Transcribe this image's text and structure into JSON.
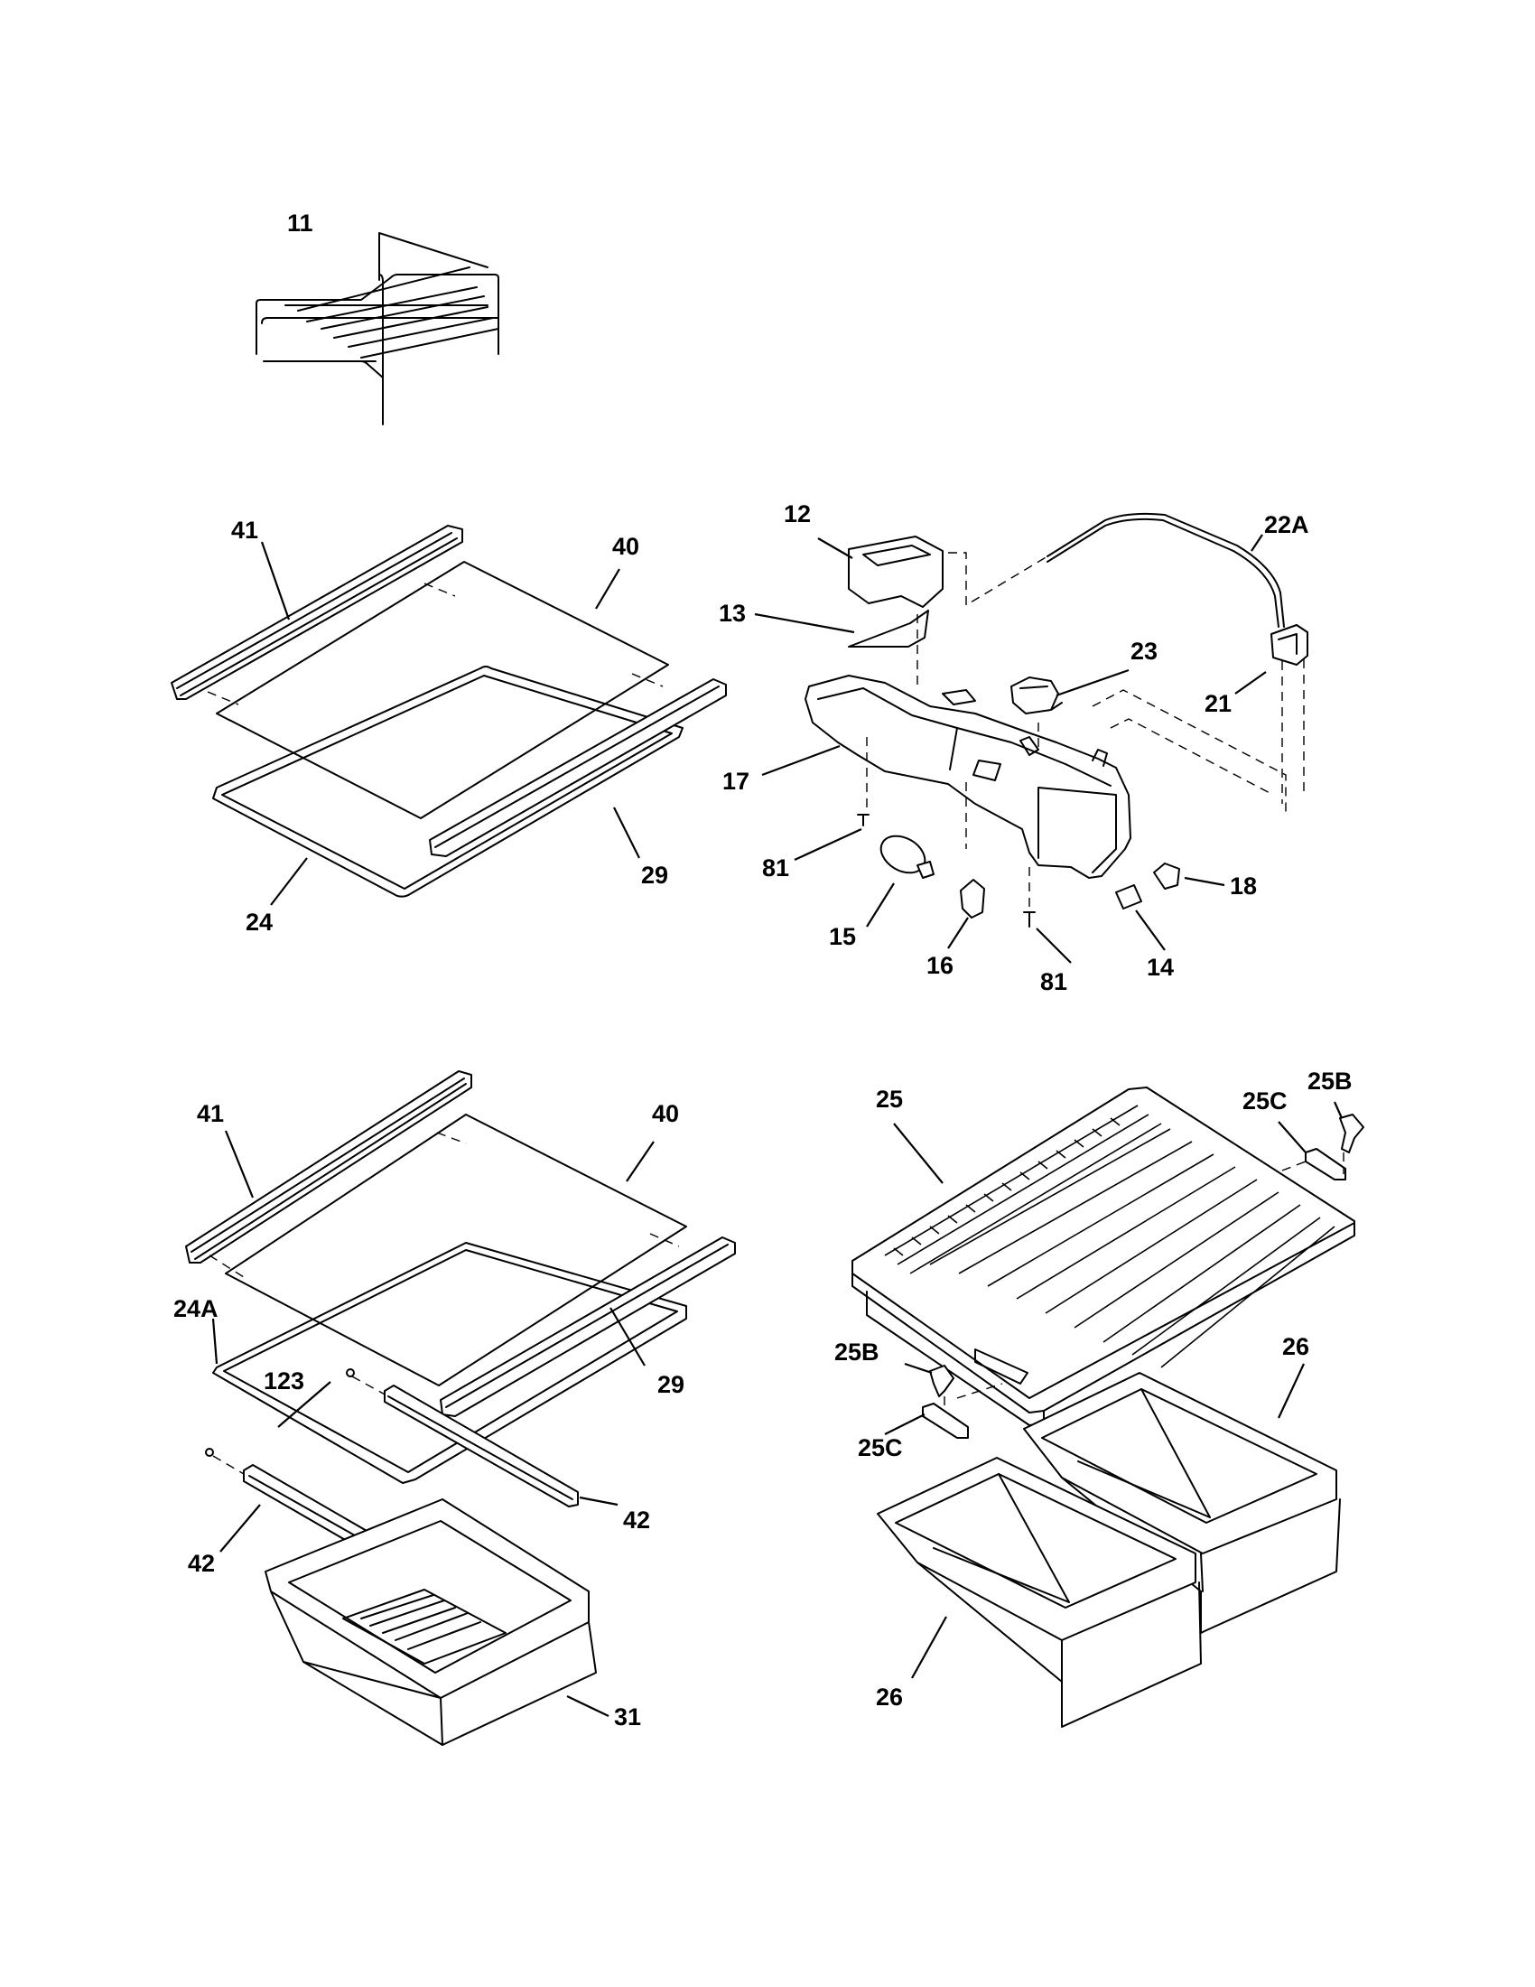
{
  "callouts": {
    "rack_11": "11",
    "shelf_a_41": "41",
    "shelf_a_40": "40",
    "shelf_a_29": "29",
    "shelf_a_24": "24",
    "light_12": "12",
    "light_22a": "22A",
    "light_13": "13",
    "light_23": "23",
    "light_21": "21",
    "light_17": "17",
    "light_81a": "81",
    "light_18": "18",
    "light_15": "15",
    "light_16": "16",
    "light_81b": "81",
    "light_14": "14",
    "shelf_b_41": "41",
    "shelf_b_40": "40",
    "shelf_b_24a": "24A",
    "shelf_b_123": "123",
    "shelf_b_29": "29",
    "shelf_b_42a": "42",
    "shelf_b_42b": "42",
    "shelf_b_31": "31",
    "crisper_25": "25",
    "crisper_25c_top": "25C",
    "crisper_25b_top": "25B",
    "crisper_25b_bot": "25B",
    "crisper_25c_bot": "25C",
    "crisper_26_right": "26",
    "crisper_26_left": "26"
  }
}
